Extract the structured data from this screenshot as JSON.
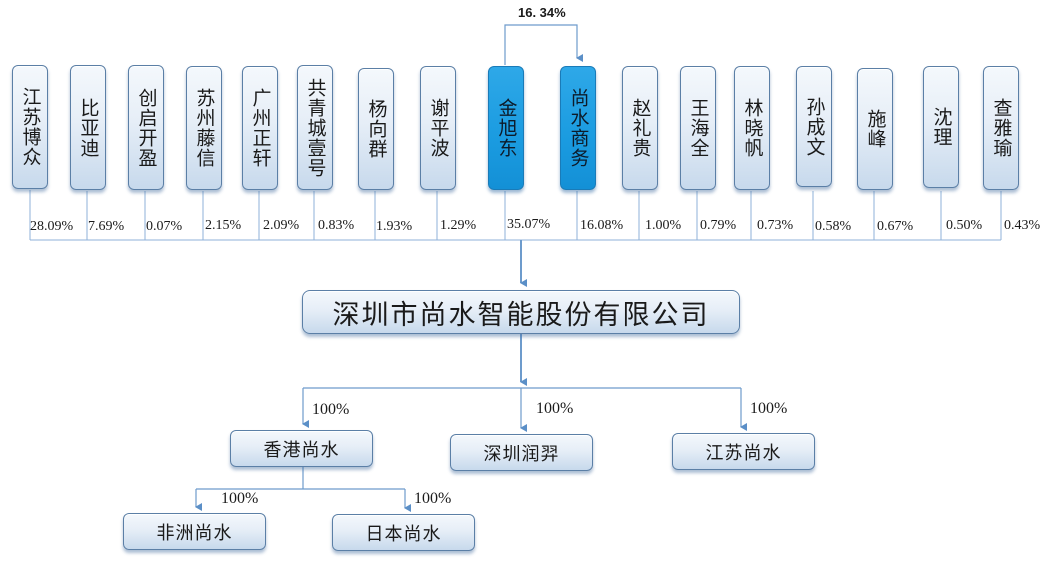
{
  "diagram": {
    "type": "equity-structure",
    "colors": {
      "line": "#6d9bcc",
      "arrow": "#5b8fc7",
      "box_border": "#5b7fa6",
      "highlight": "#1a9be0"
    },
    "cross_holding": {
      "from": "金旭东",
      "to": "尚水商务",
      "percent": "16. 34%"
    },
    "shareholders": [
      {
        "name": "江苏博众",
        "percent": "28.09%",
        "highlight": false
      },
      {
        "name": "比亚迪",
        "percent": "7.69%",
        "highlight": false
      },
      {
        "name": "创启开盈",
        "percent": "0.07%",
        "highlight": false
      },
      {
        "name": "苏州藤信",
        "percent": "2.15%",
        "highlight": false
      },
      {
        "name": "广州正轩",
        "percent": "2.09%",
        "highlight": false
      },
      {
        "name": "共青城壹号",
        "percent": "0.83%",
        "highlight": false
      },
      {
        "name": "杨向群",
        "percent": "1.93%",
        "highlight": false
      },
      {
        "name": "谢平波",
        "percent": "1.29%",
        "highlight": false
      },
      {
        "name": "金旭东",
        "percent": "35.07%",
        "highlight": true
      },
      {
        "name": "尚水商务",
        "percent": "16.08%",
        "highlight": true
      },
      {
        "name": "赵礼贵",
        "percent": "1.00%",
        "highlight": false
      },
      {
        "name": "王海全",
        "percent": "0.79%",
        "highlight": false
      },
      {
        "name": "林晓帆",
        "percent": "0.73%",
        "highlight": false
      },
      {
        "name": "孙成文",
        "percent": "0.58%",
        "highlight": false
      },
      {
        "name": "施峰",
        "percent": "0.67%",
        "highlight": false
      },
      {
        "name": "沈理",
        "percent": "0.50%",
        "highlight": false
      },
      {
        "name": "查雅瑜",
        "percent": "0.43%",
        "highlight": false
      }
    ],
    "company": {
      "name": "深圳市尚水智能股份有限公司"
    },
    "subsidiaries": [
      {
        "name": "香港尚水",
        "percent": "100%"
      },
      {
        "name": "深圳润羿",
        "percent": "100%"
      },
      {
        "name": "江苏尚水",
        "percent": "100%"
      }
    ],
    "sub_subsidiaries": {
      "parent": "香港尚水",
      "items": [
        {
          "name": "非洲尚水",
          "percent": "100%"
        },
        {
          "name": "日本尚水",
          "percent": "100%"
        }
      ]
    }
  }
}
